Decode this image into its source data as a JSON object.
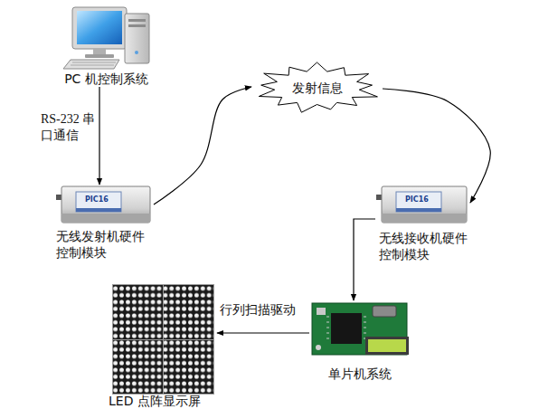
{
  "diagram": {
    "nodes": [
      {
        "text": [
          "PC 机控制系统"
        ]
      },
      {
        "text": [
          "无线发射机硬件控制模块"
        ]
      },
      {
        "text": [
          "发射信息"
        ]
      },
      {
        "text": [
          "无线接收机硬件控制模块"
        ]
      },
      {
        "text": [
          "单片机系统"
        ]
      },
      {
        "text": [
          "LED 点阵显示屏"
        ]
      }
    ],
    "edges": [
      {
        "from": 0,
        "to": 1,
        "arrow": "to",
        "label": "RS-232 串口通信"
      },
      {
        "from": 1,
        "to": 2,
        "arrow": "to"
      },
      {
        "from": 2,
        "to": 3,
        "arrow": "to"
      },
      {
        "from": 3,
        "to": 4,
        "arrow": "to"
      },
      {
        "from": 4,
        "to": 5,
        "arrow": "to",
        "label": "行列扫描驱动"
      }
    ],
    "labels": [
      "PIC16",
      "PIC16"
    ]
  }
}
